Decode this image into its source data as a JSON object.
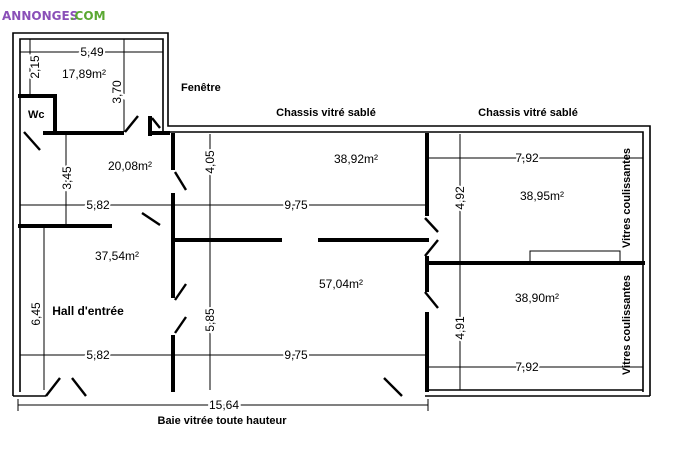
{
  "watermark": {
    "brand": "ANNONGES",
    "domain": ".COM"
  },
  "labels": {
    "fenetre": "Fenêtre",
    "chassis_1": "Chassis vitré sablé",
    "chassis_2": "Chassis vitré sablé",
    "wc": "Wc",
    "hall": "Hall d'entrée",
    "vitres_1": "Vitres coulissantes",
    "vitres_2": "Vitres coulissantes",
    "baie": "Baie vitrée toute hauteur"
  },
  "areas": {
    "a1": "17,89m²",
    "a2": "20,08m²",
    "a3": "38,92m²",
    "a4": "38,95m²",
    "a5": "37,54m²",
    "a6": "57,04m²",
    "a7": "38,90m²"
  },
  "dimensions": {
    "d_549": "5,49",
    "d_215": "2,15",
    "d_370": "3,70",
    "d_345": "3,45",
    "d_405": "4,05",
    "d_582_top": "5,82",
    "d_975_top": "9,75",
    "d_792_top": "7,92",
    "d_492": "4,92",
    "d_645": "6,45",
    "d_585": "5,85",
    "d_491": "4,91",
    "d_582_bottom": "5,82",
    "d_975_bottom": "9,75",
    "d_792_bottom": "7,92",
    "d_1564": "15,64"
  }
}
